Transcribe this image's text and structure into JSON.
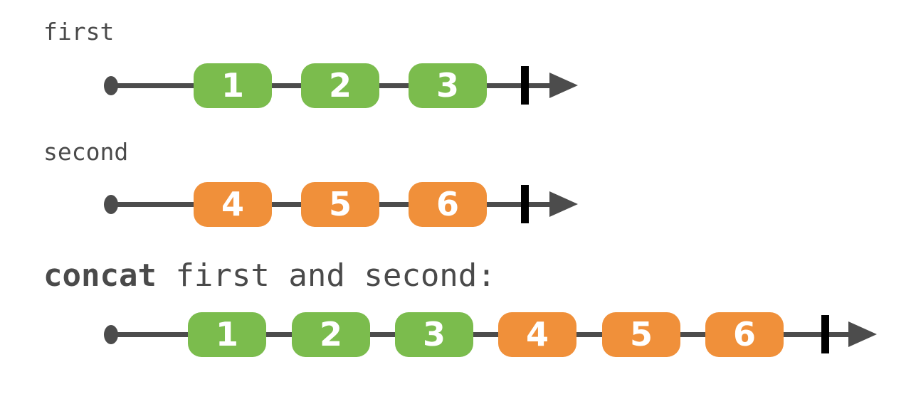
{
  "diagram": {
    "type": "marble-diagram",
    "operator": "concat",
    "colors": {
      "green": "#7BBC4D",
      "orange": "#F0903A",
      "line": "#4C4C4C",
      "completion_bar": "#000000",
      "label_text": "#4A4A4A",
      "marble_text": "#FFFFFF"
    },
    "streams": [
      {
        "id": "first",
        "label_parts": [
          {
            "text": "first",
            "bold": false
          }
        ],
        "marbles": [
          {
            "value": "1",
            "color": "green"
          },
          {
            "value": "2",
            "color": "green"
          },
          {
            "value": "3",
            "color": "green"
          }
        ],
        "completed": true
      },
      {
        "id": "second",
        "label_parts": [
          {
            "text": "second",
            "bold": false
          }
        ],
        "marbles": [
          {
            "value": "4",
            "color": "orange"
          },
          {
            "value": "5",
            "color": "orange"
          },
          {
            "value": "6",
            "color": "orange"
          }
        ],
        "completed": true
      },
      {
        "id": "result",
        "label_parts": [
          {
            "text": "concat",
            "bold": true
          },
          {
            "text": " first and second:",
            "bold": false
          }
        ],
        "marbles": [
          {
            "value": "1",
            "color": "green"
          },
          {
            "value": "2",
            "color": "green"
          },
          {
            "value": "3",
            "color": "green"
          },
          {
            "value": "4",
            "color": "orange"
          },
          {
            "value": "5",
            "color": "orange"
          },
          {
            "value": "6",
            "color": "orange"
          }
        ],
        "completed": true
      }
    ]
  }
}
